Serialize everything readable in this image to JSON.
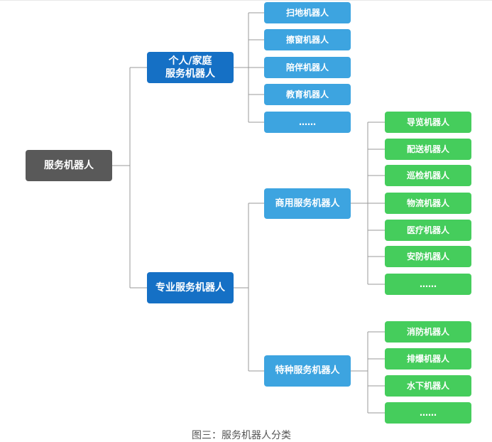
{
  "diagram": {
    "root": {
      "label": "服务机器人"
    },
    "personal": {
      "label_line1": "个人/家庭",
      "label_line2": "服务机器人",
      "items": [
        "扫地机器人",
        "擦窗机器人",
        "陪伴机器人",
        "教育机器人",
        "……"
      ]
    },
    "professional": {
      "label": "专业服务机器人",
      "commercial": {
        "label": "商用服务机器人",
        "items": [
          "导览机器人",
          "配送机器人",
          "巡检机器人",
          "物流机器人",
          "医疗机器人",
          "安防机器人",
          "……"
        ]
      },
      "special": {
        "label": "特种服务机器人",
        "items": [
          "消防机器人",
          "排爆机器人",
          "水下机器人",
          "……"
        ]
      }
    },
    "caption": "图三：服务机器人分类"
  },
  "colors": {
    "root": "#595959",
    "level1": "#1570c5",
    "level2": "#3da4e0",
    "leaf_personal": "#3da4e0",
    "leaf_professional": "#45cd5c",
    "connector": "#9a9a9a"
  }
}
